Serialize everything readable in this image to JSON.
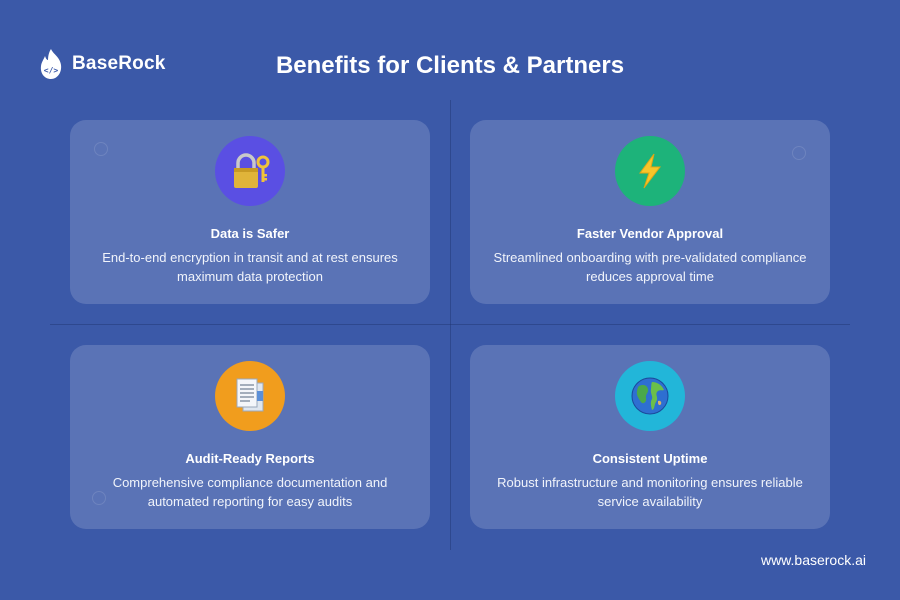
{
  "brand": {
    "name": "BaseRock",
    "icon": "flame-code-logo"
  },
  "page": {
    "title": "Benefits for Clients & Partners"
  },
  "cards": [
    {
      "title": "Data is Safer",
      "description": "End-to-end encryption in transit and at rest ensures maximum data protection",
      "icon": "lock-key-icon",
      "color": "#5a4fe3"
    },
    {
      "title": "Faster Vendor Approval",
      "description": "Streamlined onboarding with pre-validated compliance reduces approval time",
      "icon": "lightning-icon",
      "color": "#1db37a"
    },
    {
      "title": "Audit-Ready Reports",
      "description": "Comprehensive compliance documentation and automated reporting for easy audits",
      "icon": "documents-icon",
      "color": "#f19d1d"
    },
    {
      "title": "Consistent Uptime",
      "description": "Robust infrastructure and monitoring ensures reliable service availability",
      "icon": "globe-icon",
      "color": "#22b6d9"
    }
  ],
  "footer": {
    "url": "www.baserock.ai"
  },
  "colors": {
    "background": "#3b59a8",
    "card": "rgba(255,255,255,0.16)"
  }
}
